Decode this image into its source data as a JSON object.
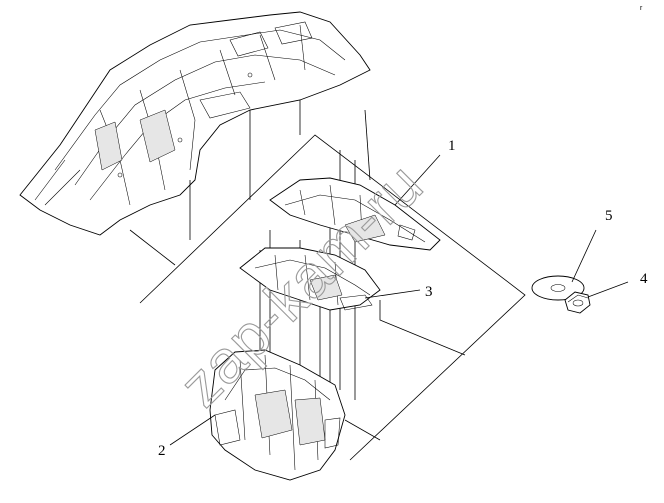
{
  "callouts": {
    "c1": "1",
    "c2": "2",
    "c3": "3",
    "c4": "4",
    "c5": "5"
  },
  "watermark": "zap-kam-ru",
  "corner_mark": "r"
}
